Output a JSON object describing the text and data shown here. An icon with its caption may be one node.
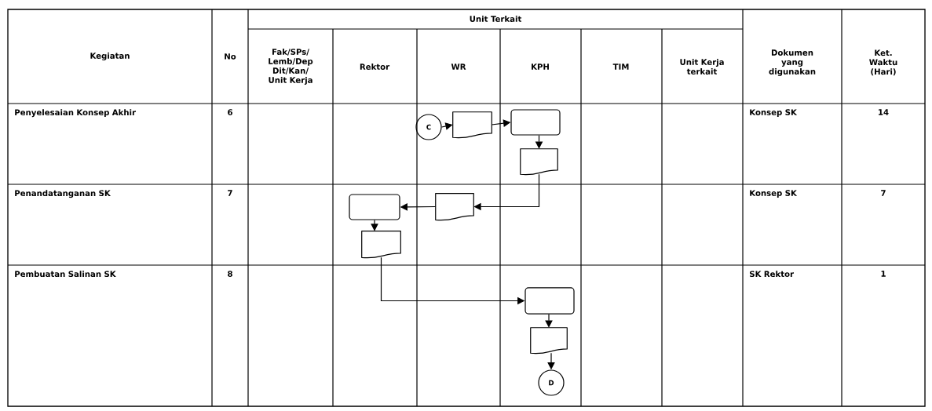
{
  "diagram": {
    "nodes": [
      {
        "text": [
          "C"
        ]
      },
      {
        "text": [],
        "shape": "document"
      },
      {
        "text": [],
        "shape": "box"
      },
      {
        "text": [],
        "shape": "document"
      },
      {
        "text": [],
        "shape": "box"
      },
      {
        "text": [],
        "shape": "document"
      },
      {
        "text": [],
        "shape": "document"
      },
      {
        "text": [],
        "shape": "box"
      },
      {
        "text": [],
        "shape": "document"
      },
      {
        "text": [
          "D"
        ]
      }
    ],
    "edges": [
      {
        "from": 0,
        "to": 1,
        "arrow": "to"
      },
      {
        "from": 1,
        "to": 2,
        "arrow": "to"
      },
      {
        "from": 2,
        "to": 3,
        "arrow": "to"
      },
      {
        "from": 3,
        "to": 5,
        "arrow": "to"
      },
      {
        "from": 5,
        "to": 4,
        "arrow": "to"
      },
      {
        "from": 4,
        "to": 6,
        "arrow": "to"
      },
      {
        "from": 6,
        "to": 7,
        "arrow": "to"
      },
      {
        "from": 7,
        "to": 8,
        "arrow": "to"
      },
      {
        "from": 8,
        "to": 9,
        "arrow": "to"
      }
    ],
    "labels": [
      "Kegiatan",
      "No",
      "Unit Terkait",
      "Fak/SPs/ Lemb/Dep Dit/Kan/ Unit Kerja",
      "Rektor",
      "WR",
      "KPH",
      "TIM",
      "Unit Kerja terkait",
      "Dokumen yang digunakan",
      "Ket. Waktu (Hari)",
      "Penyelesaian Konsep Akhir",
      "6",
      "Konsep SK",
      "14",
      "Penandatanganan SK",
      "7",
      "Konsep SK",
      "7",
      "Pembuatan Salinan SK",
      "8",
      "SK Rektor",
      "1"
    ]
  }
}
